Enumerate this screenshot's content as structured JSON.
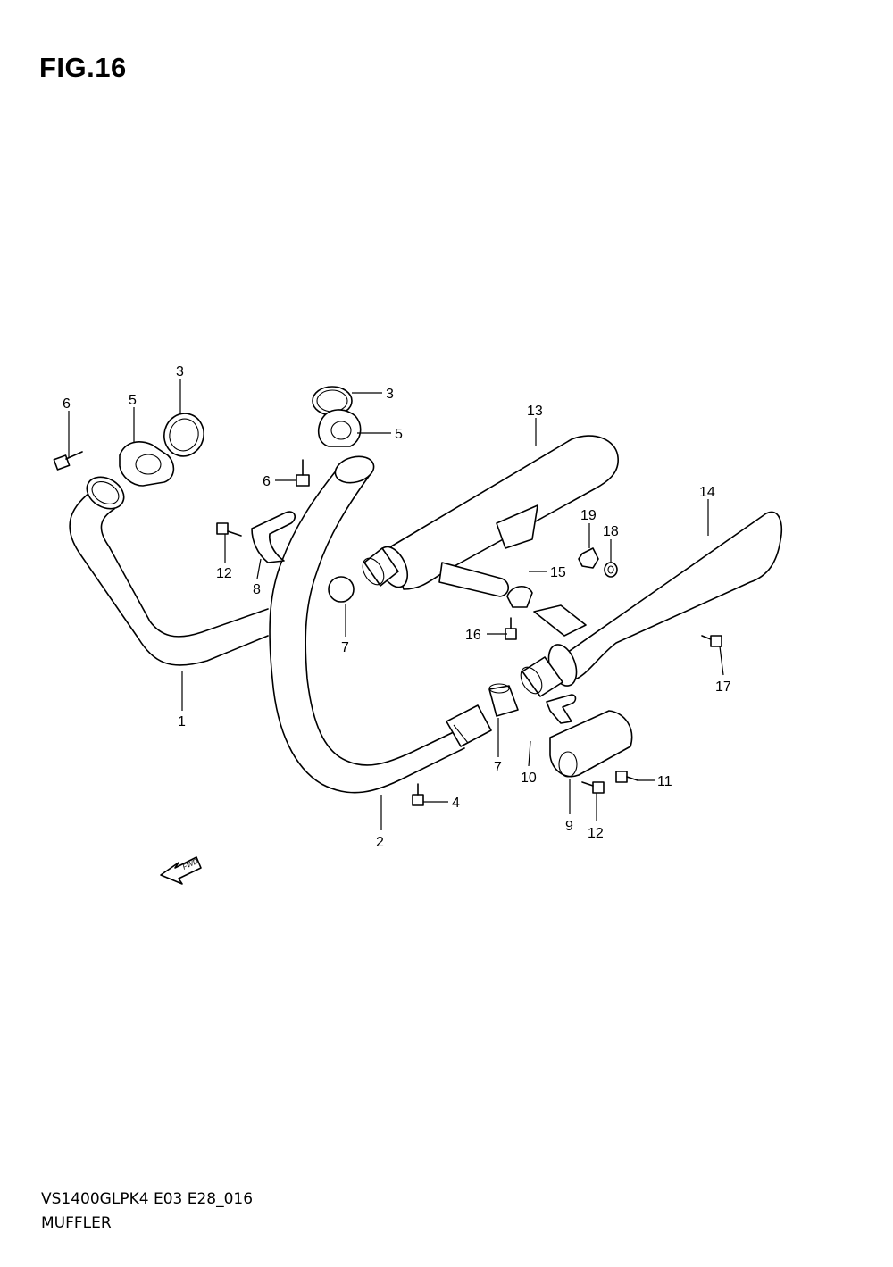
{
  "figure": {
    "title": "FIG.16"
  },
  "footer": {
    "model_code": "VS1400GLPK4 E03 E28_016",
    "section_name": "MUFFLER"
  },
  "direction_marker": {
    "label": "FWD"
  },
  "callouts": [
    "6",
    "5",
    "3",
    "3",
    "5",
    "6",
    "13",
    "14",
    "19",
    "18",
    "15",
    "12",
    "8",
    "7",
    "16",
    "17",
    "1",
    "7",
    "10",
    "4",
    "2",
    "11",
    "9",
    "12"
  ]
}
